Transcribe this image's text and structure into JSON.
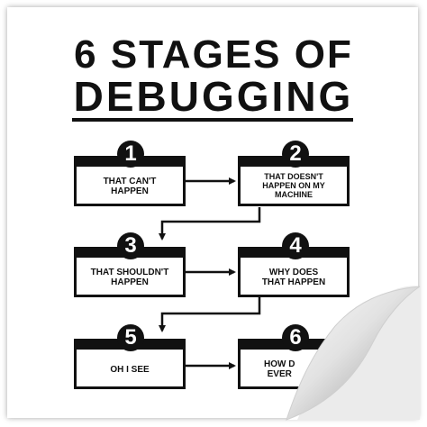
{
  "title": {
    "line1": "6 STAGES OF",
    "line2": "DEBUGGING"
  },
  "stages": [
    {
      "number": "1",
      "label": "THAT CAN'T\nHAPPEN"
    },
    {
      "number": "2",
      "label": "THAT DOESN'T\nHAPPEN ON MY\nMACHINE"
    },
    {
      "number": "3",
      "label": "THAT SHOULDN'T\nHAPPEN"
    },
    {
      "number": "4",
      "label": "WHY DOES\nTHAT HAPPEN"
    },
    {
      "number": "5",
      "label": "OH I SEE"
    },
    {
      "number": "6",
      "label": "HOW D\nEVER"
    }
  ],
  "colors": {
    "ink": "#111111",
    "paper": "#ffffff",
    "curl_shadow": "#9a9a9a"
  }
}
